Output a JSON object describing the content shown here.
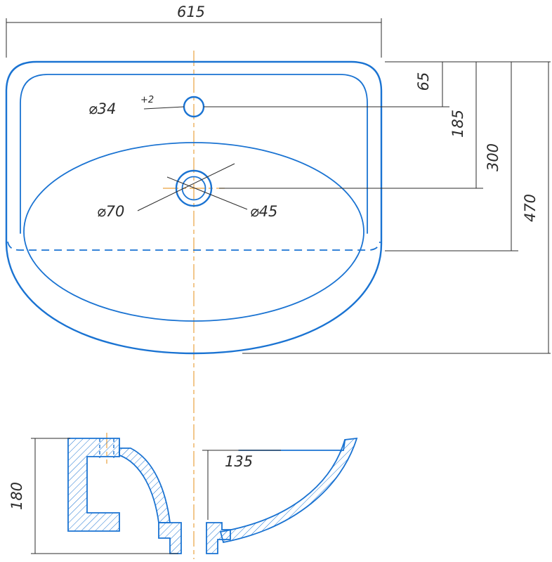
{
  "colors": {
    "line": "#1a73d2",
    "dim": "#2b2b2b",
    "center": "#eaa23f",
    "paper": "#ffffff"
  },
  "top_view": {
    "width_label": "615",
    "overall_depth_label": "470",
    "back_depth_label": "300",
    "drain_offset_label": "185",
    "faucet_offset_label": "65",
    "faucet_hole_label": "⌀34",
    "faucet_hole_tolerance": "+2",
    "drain_outer_label": "⌀70",
    "drain_inner_label": "⌀45"
  },
  "section_view": {
    "height_label": "180",
    "depth_label": "135"
  }
}
